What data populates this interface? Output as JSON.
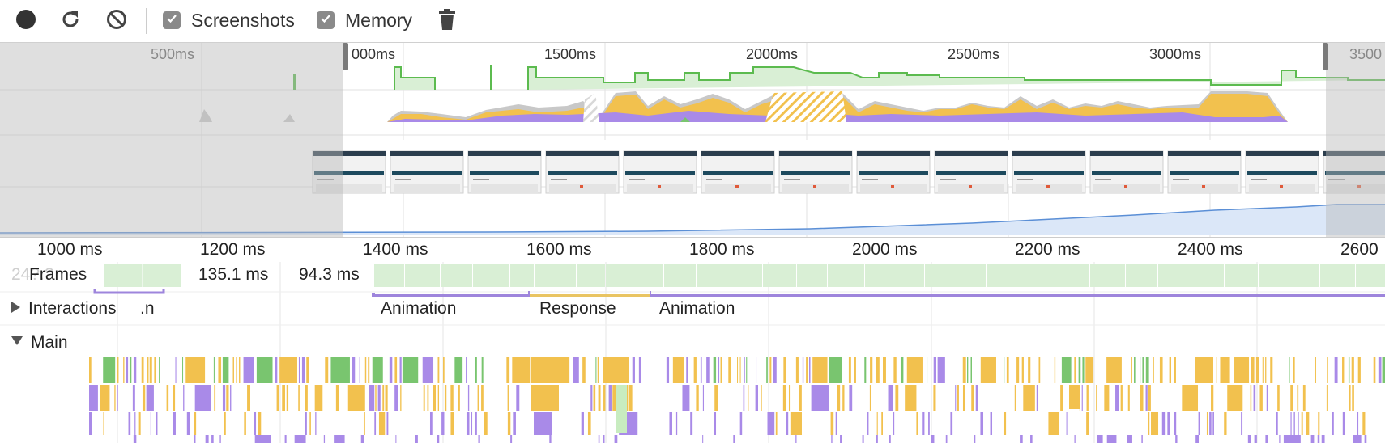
{
  "colors": {
    "scripting": "#f2c14e",
    "rendering": "#a98ae8",
    "painting": "#79c56f",
    "other": "#c8c8c8",
    "frames": "#d9efd5",
    "fps_line": "#5cbb4f",
    "memory_line": "#5b8fd6",
    "memory_fill": "#dbe7f8",
    "response": "#e9c462",
    "animation": "#9e85dc"
  },
  "toolbar": {
    "record_icon": "record-icon",
    "reload_icon": "reload-icon",
    "clear_icon": "clear-icon",
    "screenshots_label": "Screenshots",
    "screenshots_checked": true,
    "memory_label": "Memory",
    "memory_checked": true,
    "trash_icon": "trash-icon"
  },
  "overview": {
    "ticks": [
      "500ms",
      "000ms",
      "1500ms",
      "2000ms",
      "2500ms",
      "3000ms",
      "3500"
    ]
  },
  "ruler": {
    "ticks": [
      "1000 ms",
      "1200 ms",
      "1400 ms",
      "1600 ms",
      "1800 ms",
      "2000 ms",
      "2200 ms",
      "2400 ms",
      "2600"
    ]
  },
  "tracks": {
    "frames": {
      "label": "Frames",
      "ghost_text": "24?.?",
      "durations": [
        "135.1 ms",
        "94.3 ms"
      ]
    },
    "interactions": {
      "label": "Interactions",
      "ghost_text": ".n",
      "items": [
        "Animation",
        "Response",
        "Animation"
      ]
    },
    "main": {
      "label": "Main"
    }
  }
}
